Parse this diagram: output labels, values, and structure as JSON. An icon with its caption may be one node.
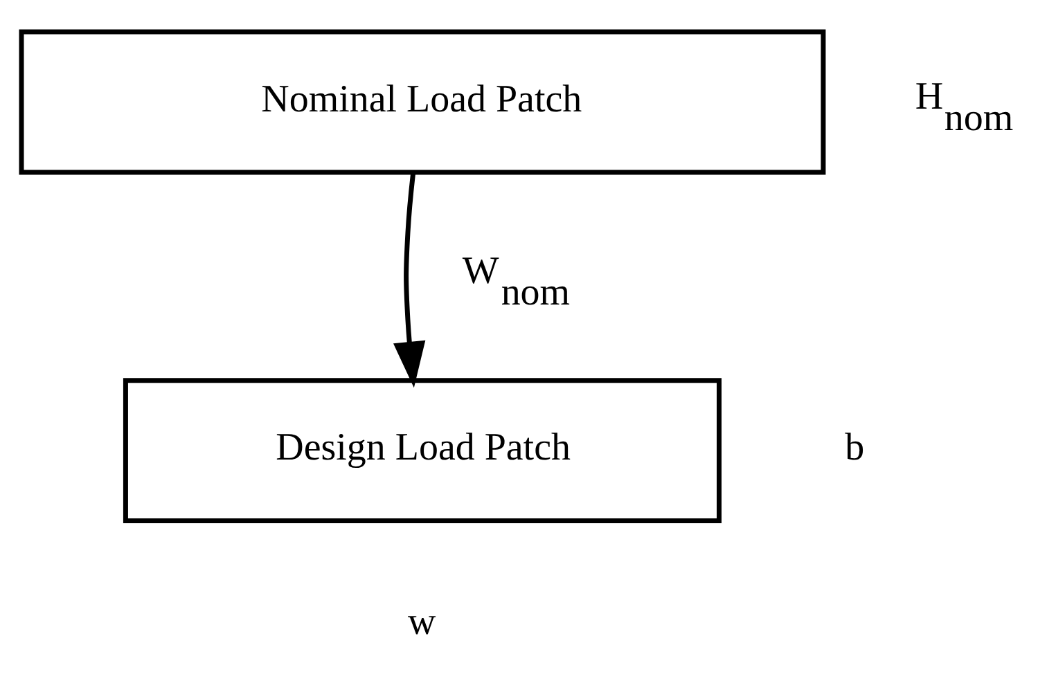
{
  "diagram": {
    "nodes": [
      {
        "text": [
          "Nominal Load Patch"
        ]
      },
      {
        "text": [
          "Design Load Patch"
        ]
      }
    ],
    "edges": [
      {
        "from": 0,
        "to": 1,
        "arrow": "to"
      }
    ],
    "labels": [
      "H$_{nom}$",
      "W$_{nom}$",
      "b",
      "w"
    ]
  }
}
